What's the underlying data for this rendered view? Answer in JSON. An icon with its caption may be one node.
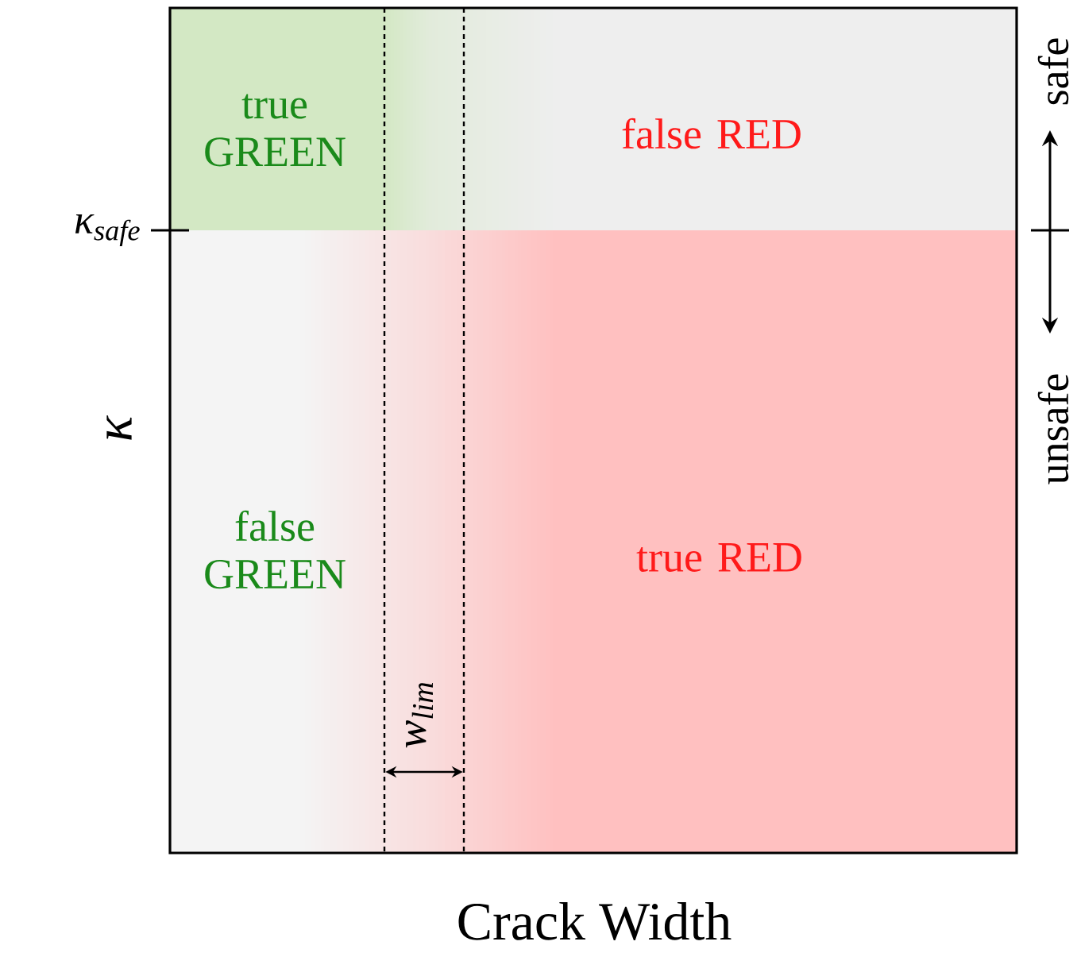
{
  "diagram": {
    "labels": [
      "true GREEN",
      "false RED",
      "safe",
      "κ$_{safe}$",
      "unsafe",
      "κ",
      "false GREEN",
      "true RED",
      "w$_{lim}$",
      "Crack Width"
    ]
  }
}
